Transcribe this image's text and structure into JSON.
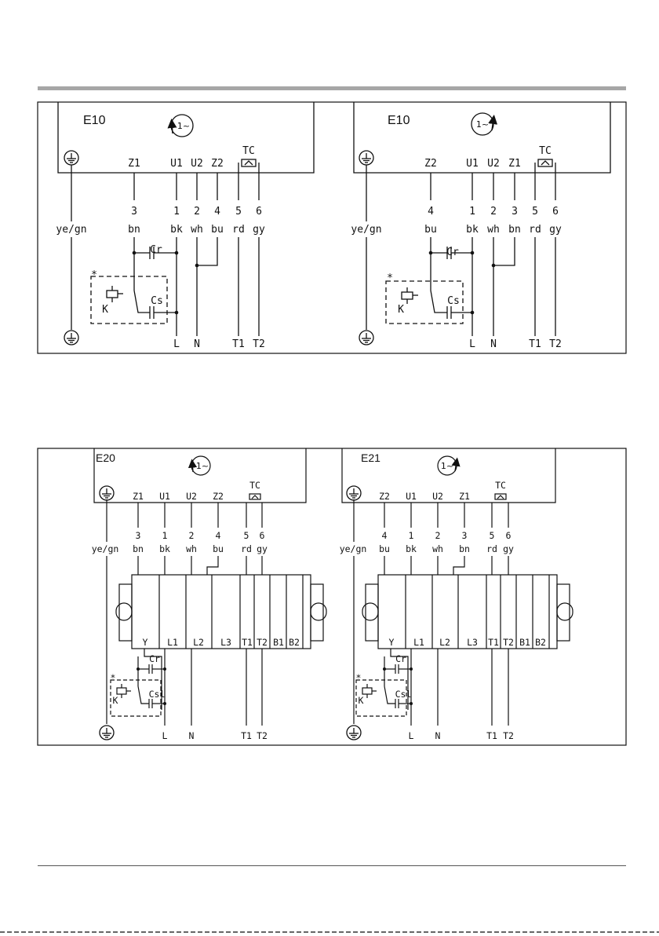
{
  "colors": {
    "rule": "#a6a6a6",
    "line": "#111111"
  },
  "panel1": {
    "left": {
      "title": "E10",
      "motor": "1~",
      "rotation": "counter-clockwise",
      "terminals": [
        "Z1",
        "U1",
        "U2",
        "Z2",
        "TC"
      ],
      "numbers": [
        "3",
        "1",
        "2",
        "4",
        "5",
        "6"
      ],
      "wires": [
        "ye/gn",
        "bn",
        "bk",
        "wh",
        "bu",
        "rd",
        "gy"
      ],
      "cr": "Cr",
      "cs": "Cs",
      "k": "K",
      "star": "*",
      "bottom": [
        "L",
        "N",
        "T1",
        "T2"
      ]
    },
    "right": {
      "title": "E10",
      "motor": "1~",
      "rotation": "clockwise",
      "terminals": [
        "Z2",
        "U1",
        "U2",
        "Z1",
        "TC"
      ],
      "numbers": [
        "4",
        "1",
        "2",
        "3",
        "5",
        "6"
      ],
      "wires": [
        "ye/gn",
        "bu",
        "bk",
        "wh",
        "bn",
        "rd",
        "gy"
      ],
      "cr": "Cr",
      "cs": "Cs",
      "k": "K",
      "star": "*",
      "bottom": [
        "L",
        "N",
        "T1",
        "T2"
      ]
    }
  },
  "panel2": {
    "left": {
      "title": "E20",
      "motor": "1~",
      "rotation": "counter-clockwise",
      "terminals": [
        "Z1",
        "U1",
        "U2",
        "Z2",
        "TC"
      ],
      "numbers": [
        "3",
        "1",
        "2",
        "4",
        "5",
        "6"
      ],
      "wires": [
        "ye/gn",
        "bn",
        "bk",
        "wh",
        "bu",
        "rd",
        "gy"
      ],
      "block": [
        "Y",
        "L1",
        "L2",
        "L3",
        "T1",
        "T2",
        "B1",
        "B2"
      ],
      "cr": "Cr",
      "csi": "Csl",
      "k": "K",
      "star": "*",
      "bottom": [
        "L",
        "N",
        "T1",
        "T2"
      ]
    },
    "right": {
      "title": "E21",
      "motor": "1~",
      "rotation": "clockwise",
      "terminals": [
        "Z2",
        "U1",
        "U2",
        "Z1",
        "TC"
      ],
      "numbers": [
        "4",
        "1",
        "2",
        "3",
        "5",
        "6"
      ],
      "wires": [
        "ye/gn",
        "bu",
        "bk",
        "wh",
        "bn",
        "rd",
        "gy"
      ],
      "block": [
        "Y",
        "L1",
        "L2",
        "L3",
        "T1",
        "T2",
        "B1",
        "B2"
      ],
      "cr": "Cr",
      "csi": "Csl",
      "k": "K",
      "star": "*",
      "bottom": [
        "L",
        "N",
        "T1",
        "T2"
      ]
    }
  }
}
